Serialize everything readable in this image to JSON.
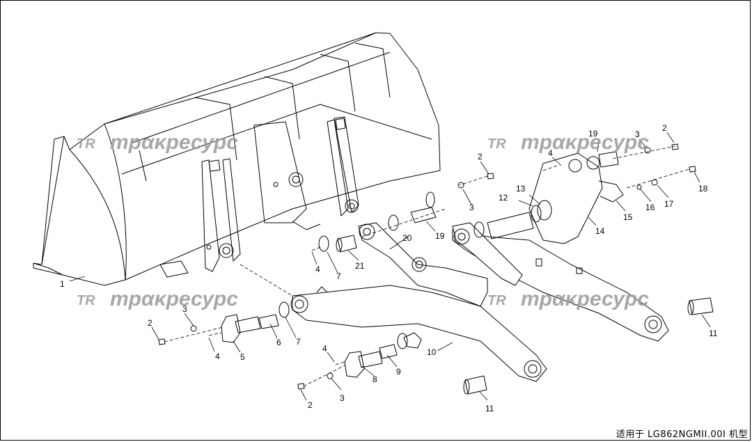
{
  "watermark": {
    "text": "трακресурс",
    "logo": "TR",
    "color": "#9a9a9a"
  },
  "footer_text": "适用于 LG862NGMII.00I 机型",
  "callouts": [
    "1",
    "2",
    "2",
    "2",
    "2",
    "3",
    "3",
    "3",
    "3",
    "4",
    "4",
    "4",
    "4",
    "5",
    "6",
    "7",
    "7",
    "8",
    "9",
    "10",
    "11",
    "11",
    "12",
    "13",
    "14",
    "15",
    "16",
    "17",
    "18",
    "19",
    "19",
    "20",
    "21"
  ]
}
